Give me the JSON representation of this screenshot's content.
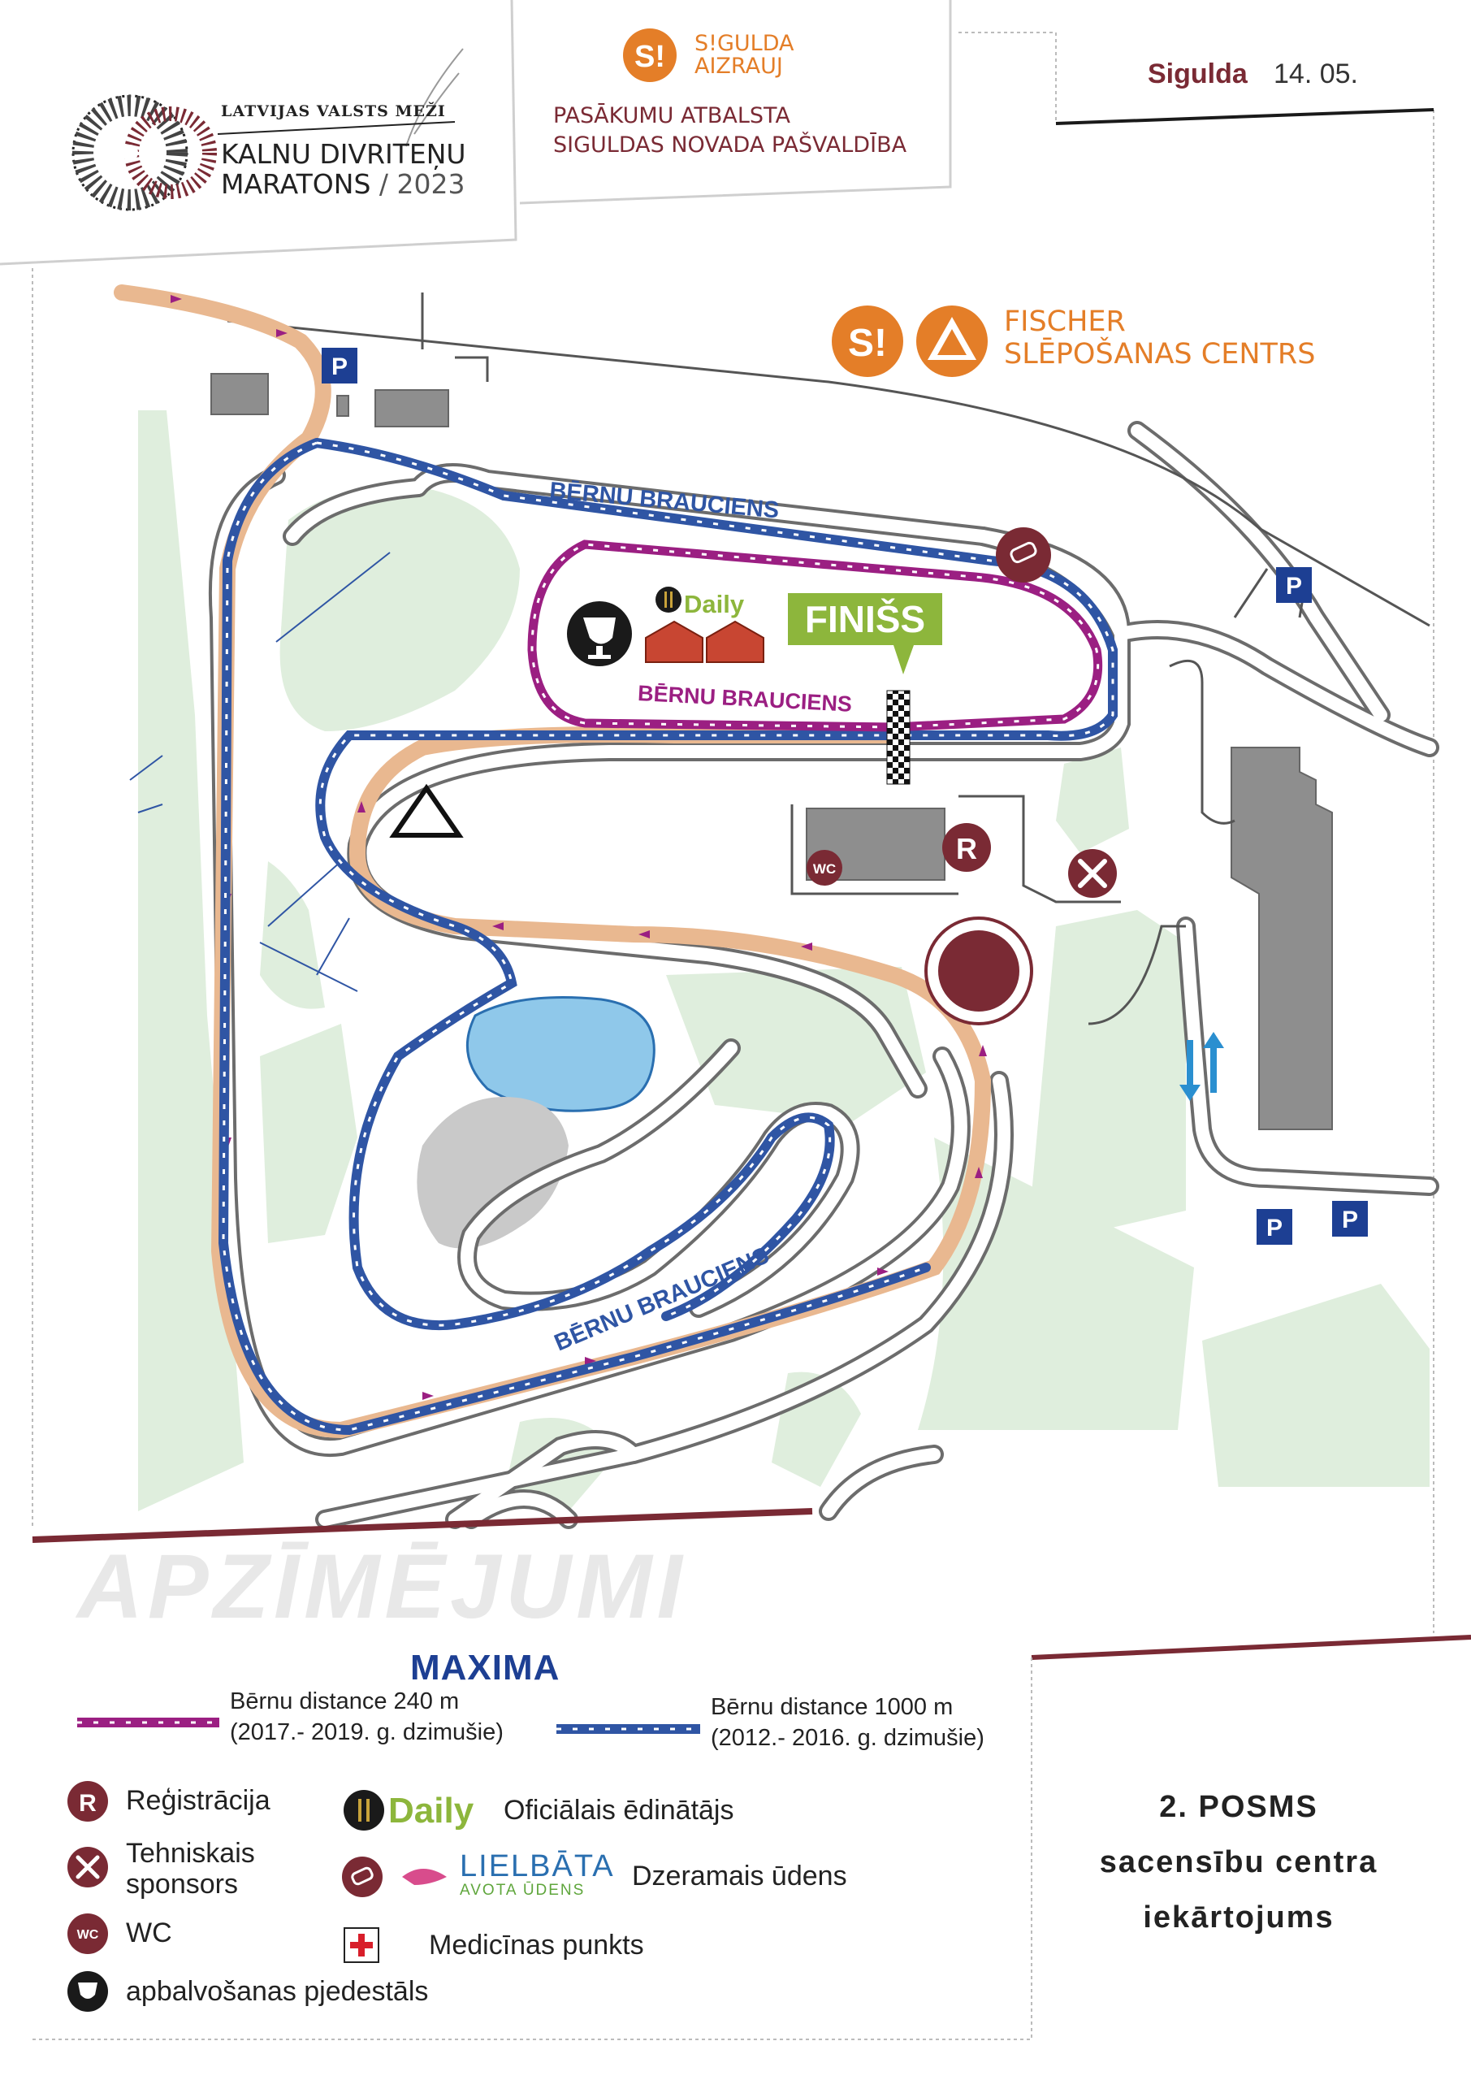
{
  "header": {
    "org_line": "LATVIJAS VALSTS MEŽI",
    "event_line1": "KALNU DIVRITEŅU",
    "event_line2": "MARATONS",
    "event_year": " / 2023",
    "partner_name": "S!GULDA AIZRAUJ",
    "support_line1": "PASĀKUMU ATBALSTA",
    "support_line2": "SIGULDAS NOVADA PAŠVALDĪBA",
    "location": "Sigulda",
    "date": "14. 05.",
    "venue_line1": "FISCHER",
    "venue_line2": "SLĒPOŠANAS CENTRS"
  },
  "map": {
    "finish_label": "FINIŠS",
    "kids_route_label": "BĒRNU BRAUCIENS",
    "caterer_brand": "Daily",
    "parking_label": "P",
    "registration_label": "R",
    "wc_label": "WC"
  },
  "legend": {
    "title": "APZĪMĒJUMI",
    "sponsor": "MAXIMA",
    "route_240_line1": "Bērnu distance 240 m",
    "route_240_line2": "(2017.- 2019. g. dzimušie)",
    "route_1000_line1": "Bērnu distance 1000 m",
    "route_1000_line2": "(2012.- 2016. g. dzimušie)",
    "registration": "Reģistrācija",
    "tech_sponsor_line1": "Tehniskais",
    "tech_sponsor_line2": "sponsors",
    "wc": "WC",
    "podium": "apbalvošanas pjedestāls",
    "caterer_brand": "Daily",
    "caterer": "Oficiālais ēdinātājs",
    "water_brand": "LIELBĀTA",
    "water_brand_sub": "AVOTA ŪDENS",
    "water": "Dzeramais ūdens",
    "medical": "Medicīnas punkts"
  },
  "stage": {
    "line1": "2. POSMS",
    "line2": "sacensību centra",
    "line3": "iekārtojums"
  },
  "colors": {
    "route_240": "#9b1f82",
    "route_1000": "#2f55a4",
    "main_route": "#e9b890",
    "accent_orange": "#e47e28",
    "dark_red": "#7a2a34",
    "finish_green": "#8db63c",
    "parking_blue": "#1d3f93"
  },
  "icons": [
    "trophy-icon",
    "fork-knife-icon",
    "tent-icon",
    "checkered-flag-icon",
    "triangle-icon",
    "registration-icon",
    "wc-icon",
    "tools-icon",
    "water-bottle-icon",
    "parking-icon",
    "two-way-arrows-icon",
    "medical-cross-icon",
    "merrild-logo"
  ]
}
